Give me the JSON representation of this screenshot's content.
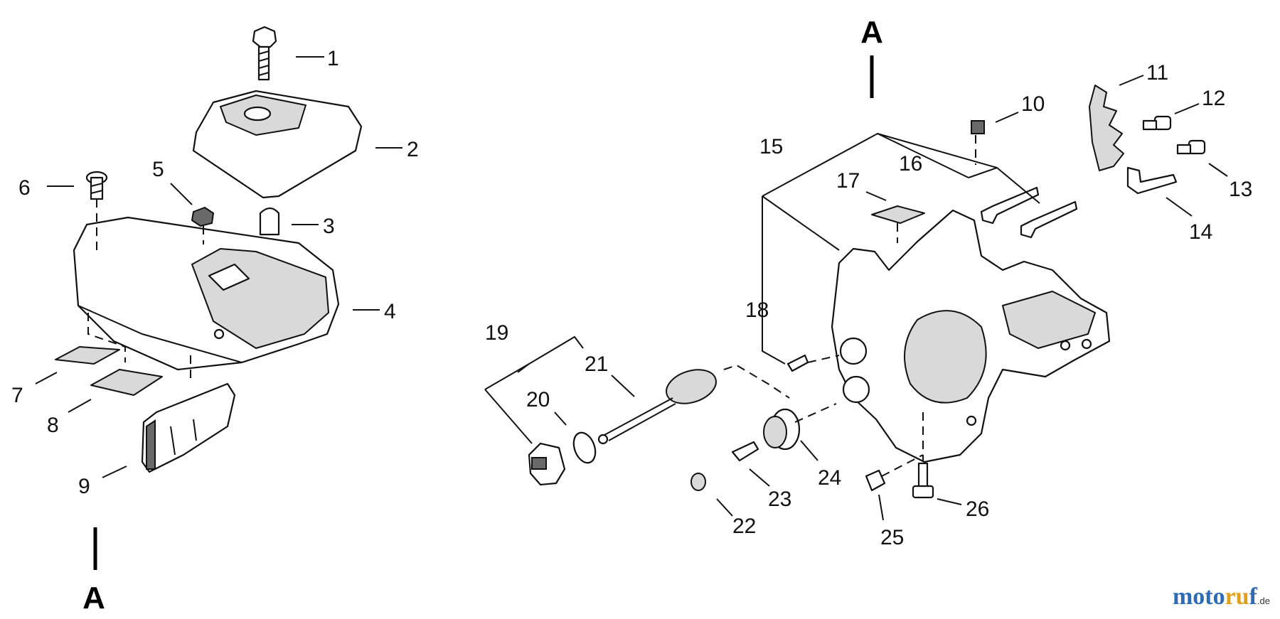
{
  "diagram": {
    "section_marks": [
      "A",
      "A"
    ],
    "callouts": [
      "1",
      "2",
      "3",
      "4",
      "5",
      "6",
      "7",
      "8",
      "9",
      "10",
      "11",
      "12",
      "13",
      "14",
      "15",
      "16",
      "17",
      "18",
      "19",
      "20",
      "21",
      "22",
      "23",
      "24",
      "25",
      "26"
    ]
  },
  "watermark": {
    "part1": "moto",
    "part2": "ru",
    "part3": "f",
    "suffix": ".de"
  }
}
